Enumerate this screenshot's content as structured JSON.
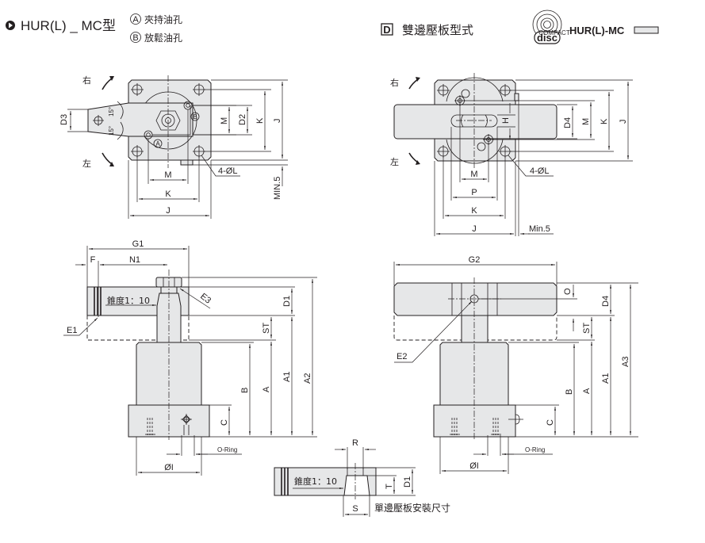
{
  "header": {
    "series_title": "HUR(L) _ MC型",
    "legend": [
      {
        "mark": "A",
        "label": "夾持油孔"
      },
      {
        "mark": "B",
        "label": "放鬆油孔"
      }
    ],
    "type_mark": "D",
    "type_label": "雙邊壓板型式",
    "logo_text": "disc",
    "logo_small": "COMPACT",
    "model_code": "HUR(L)-MC"
  },
  "directions": {
    "right": "右",
    "left": "左"
  },
  "angle_label": "15°",
  "top_left_view": {
    "dims": {
      "D3": "D3",
      "M": "M",
      "D2": "D2",
      "K": "K",
      "J": "J",
      "min5": "MIN.5",
      "hole": "4-ØL"
    },
    "ports": {
      "a": "A",
      "b": "B"
    }
  },
  "top_right_view": {
    "dims": {
      "H": "H",
      "D4": "D4",
      "M": "M",
      "K": "K",
      "J": "J",
      "P": "P",
      "min5": "Min.5",
      "hole": "4-ØL"
    }
  },
  "side_left_view": {
    "dims": {
      "G1": "G1",
      "F": "F",
      "N1": "N1",
      "E1": "E1",
      "E3": "E3",
      "D1": "D1",
      "ST": "ST",
      "A1": "A1",
      "A2": "A2",
      "A": "A",
      "B": "B",
      "C": "C",
      "OI": "ØI",
      "oring": "O-Ring"
    },
    "taper": "錐度1：10"
  },
  "side_right_view": {
    "dims": {
      "G2": "G2",
      "E2": "E2",
      "O": "O",
      "D4": "D4",
      "ST": "ST",
      "A1": "A1",
      "A3": "A3",
      "A": "A",
      "B": "B",
      "C": "C",
      "OI": "ØI",
      "oring": "O-Ring"
    }
  },
  "single_arm_view": {
    "dims": {
      "R": "R",
      "S": "S",
      "T": "T",
      "D1": "D1"
    },
    "taper": "錐度1：10",
    "caption": "單邊壓板安裝尺寸"
  }
}
